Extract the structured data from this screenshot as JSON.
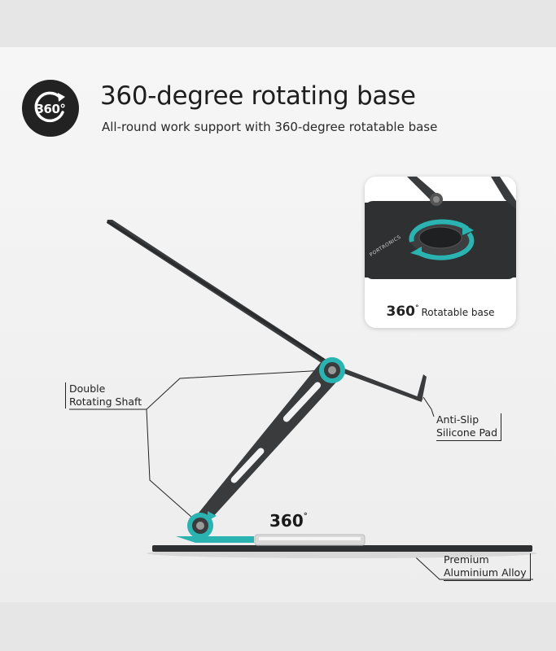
{
  "heading": {
    "badge_text": "360°",
    "title": "360-degree rotating base",
    "subtitle": "All-round work support with 360-degree rotatable base"
  },
  "inset": {
    "brand": "PORTRONICS",
    "caption_number": "360",
    "caption_degree": "°",
    "caption_text": "Rotatable base"
  },
  "labels": {
    "shaft_line1": "Double",
    "shaft_line2": "Rotating Shaft",
    "pad_line1": "Anti-Slip",
    "pad_line2": "Silicone Pad",
    "alloy_line1": "Premium",
    "alloy_line2": "Aluminium Alloy",
    "base_number": "360",
    "base_degree": "°"
  },
  "colors": {
    "accent": "#2ab3b1",
    "metal": "#3a3b3d",
    "ink": "#1e1e1e"
  },
  "icons": [
    "rotate-360-icon",
    "rotation-arrow-icon"
  ]
}
